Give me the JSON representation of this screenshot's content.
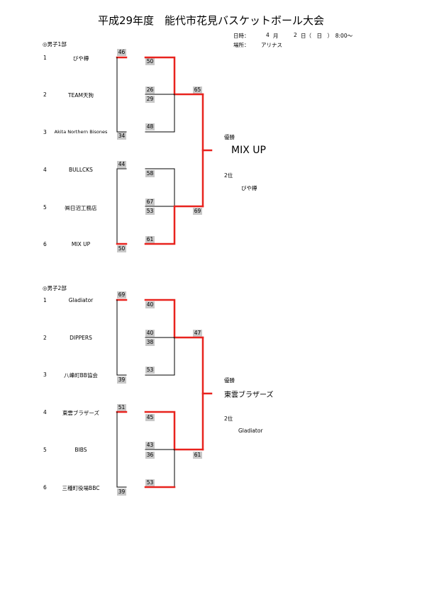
{
  "title": "平成29年度　能代市花見バスケットボール大会",
  "meta": {
    "date_label": "日時：",
    "date_month": "4",
    "month_label": "月",
    "date_day": "2",
    "day_label": "日（　日　）　8:00～",
    "venue_label": "場所：",
    "venue": "アリナス"
  },
  "sections": [
    {
      "heading": "◎男子1部",
      "teams": [
        {
          "no": "1",
          "name": "びや樽"
        },
        {
          "no": "2",
          "name": "TEAM天狗"
        },
        {
          "no": "3",
          "name": "Akita Northern Bisones"
        },
        {
          "no": "4",
          "name": "BULLCKS"
        },
        {
          "no": "5",
          "name": "㈱日沼工務店"
        },
        {
          "no": "6",
          "name": "MIX UP"
        }
      ],
      "scores": {
        "r1_top_a": "46",
        "r1_top_b": "34",
        "r1_bot_a": "44",
        "r1_bot_b": "50",
        "r2_1": "50",
        "r2_2": "26",
        "r2_3": "29",
        "r2_4": "48",
        "r2_5": "58",
        "r2_6": "67",
        "r2_7": "53",
        "r2_8": "61",
        "sf_top": "65",
        "sf_bot": "69"
      },
      "winner_label": "優勝",
      "winner": "MIX UP",
      "second_label": "2位",
      "second": "びや樽"
    },
    {
      "heading": "◎男子2部",
      "teams": [
        {
          "no": "1",
          "name": "Gladiator"
        },
        {
          "no": "2",
          "name": "DIPPERS"
        },
        {
          "no": "3",
          "name": "八峰町BB協会"
        },
        {
          "no": "4",
          "name": "東雲ブラザーズ"
        },
        {
          "no": "5",
          "name": "BIBS"
        },
        {
          "no": "6",
          "name": "三種町役場BBC"
        }
      ],
      "scores": {
        "r1_top_a": "69",
        "r1_top_b": "39",
        "r1_bot_a": "51",
        "r1_bot_b": "39",
        "r2_1": "40",
        "r2_2": "40",
        "r2_3": "38",
        "r2_4": "53",
        "r2_5": "45",
        "r2_6": "43",
        "r2_7": "36",
        "r2_8": "53",
        "sf_top": "47",
        "sf_bot": "61"
      },
      "winner_label": "優勝",
      "winner": "東雲ブラザーズ",
      "second_label": "2位",
      "second": "Gladiator"
    }
  ],
  "colors": {
    "win_line": "#e8231e",
    "line": "#000000",
    "score_bg": "#c8c8c8"
  }
}
